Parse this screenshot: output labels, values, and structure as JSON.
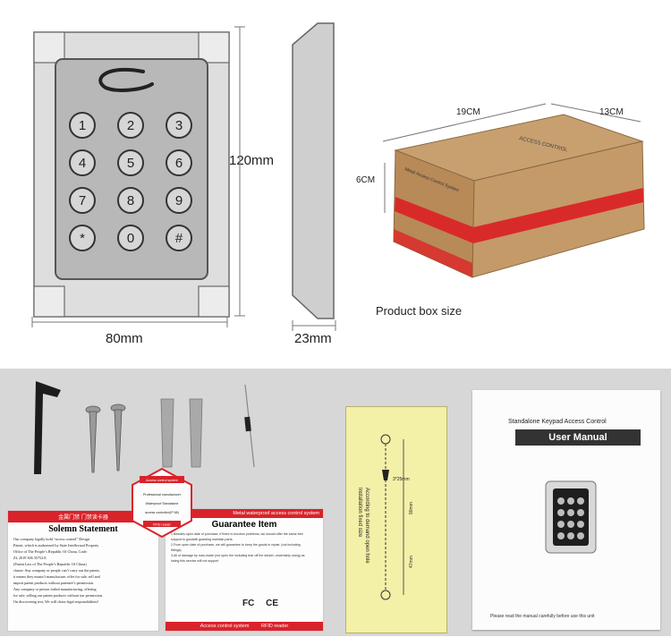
{
  "dimensions": {
    "height": "120mm",
    "width": "80mm",
    "depth": "23mm",
    "box_length": "19CM",
    "box_width": "13CM",
    "box_height": "6CM",
    "box_caption": "Product box size"
  },
  "keypad": {
    "keys": [
      "1",
      "2",
      "3",
      "4",
      "5",
      "6",
      "7",
      "8",
      "9",
      "*",
      "0",
      "#"
    ]
  },
  "box": {
    "print_top": "ACCESS CONTROL",
    "print_side": "Metal Access Control System"
  },
  "manual": {
    "subtitle": "Standalone Keypad Access Control",
    "title": "User Manual",
    "footer": "Please read the manual carefully before use this unit"
  },
  "statement": {
    "header": "金属门禁   门禁读卡器",
    "title": "Solemn Statement",
    "body": [
      "Our company legally hold “access control” Design",
      "Patent, which is authorized by State Intellectual Property",
      "Office of The People’s Republic Of China, Code:",
      "ZL 2019 306 35752.8.",
      "(Patent Law of The People’s Republic Of China)",
      "clause: Any company or people can’t carry out the patent,",
      "it means they mustn’t manufacture, offer for sale, sell and",
      "import patent products without patentee’s permission.",
      "Any company or person forbid manufacturing, offering",
      "for sale, selling our patent products without our permission.",
      "On discovering text, We will chase legal responsibilities!"
    ]
  },
  "hexagon": {
    "header": "Access control system",
    "lines": [
      "Professional manufacturer",
      "Waterproof Standalone",
      "access controller(IP 68)"
    ],
    "footer": "RFID reader"
  },
  "guarantee": {
    "header": "Metal waterproof access control system",
    "title": "Guarantee Item",
    "body": [
      "1.Besides open date of purchase, if there is function problems, we should offer the same free",
      "  support to goodwill guarding maintain parts.",
      "2.From open date of purchase, we will guarantee to keep the goods in repair. (not including",
      "  fittings)",
      "3.All of damage by man-made (not open the including tear off the sticker, uncertainly using) as",
      "  losing this service will not support"
    ],
    "footer_left": "Access control system",
    "footer_right": "RFID reader",
    "logos": [
      "FC",
      "CE"
    ]
  },
  "template": {
    "title": "Installation fixed size",
    "subtitle": "According to demand open hole",
    "screw": "3*25mm",
    "dim1": "90mm",
    "dim2": "47mm"
  }
}
